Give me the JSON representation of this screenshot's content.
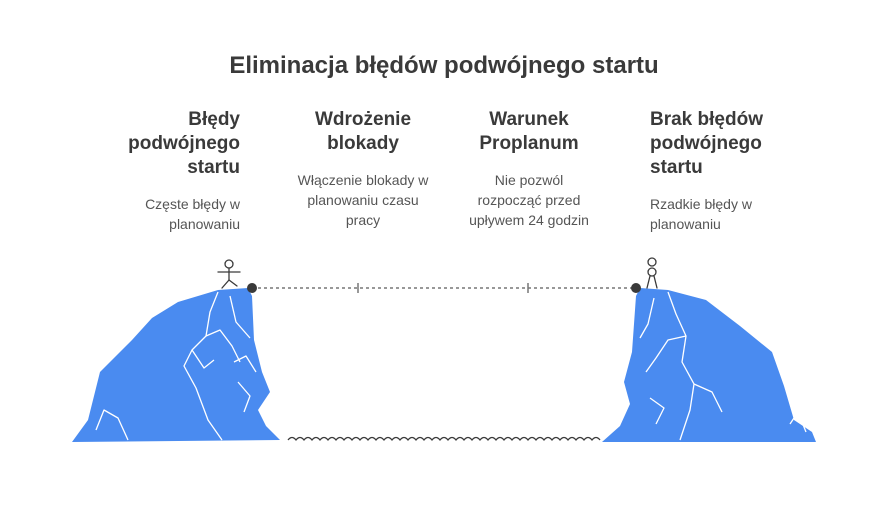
{
  "title": "Eliminacja błędów podwójnego startu",
  "stages": [
    {
      "heading": [
        "Błędy",
        "podwójnego",
        "startu"
      ],
      "description": [
        "Częste błędy w",
        "planowaniu"
      ]
    },
    {
      "heading": [
        "Wdrożenie",
        "blokady"
      ],
      "description": [
        "Włączenie blokady w",
        "planowaniu czasu",
        "pracy"
      ]
    },
    {
      "heading": [
        "Warunek",
        "Proplanum"
      ],
      "description": [
        "Nie pozwól",
        "rozpocząć przed",
        "upływem 24 godzin"
      ]
    },
    {
      "heading": [
        "Brak błędów",
        "podwójnego",
        "startu"
      ],
      "description": [
        "Rzadkie błędy w",
        "planowaniu"
      ]
    }
  ],
  "colors": {
    "cliff": "#4a8bf0",
    "cliff_line": "#ffffff",
    "ink": "#3a3a3a",
    "rope": "#777777"
  },
  "icons": [
    "left-cliff-icon",
    "right-cliff-icon",
    "tightrope-walker-icon",
    "standing-person-icon",
    "water-waves-icon"
  ]
}
